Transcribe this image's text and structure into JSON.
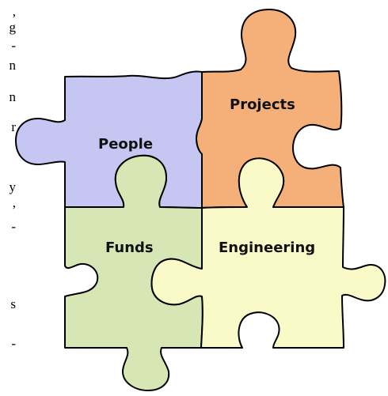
{
  "pieces": {
    "people": {
      "label": "People",
      "color": "#c6c6f2"
    },
    "projects": {
      "label": "Projects",
      "color": "#f5b07a"
    },
    "funds": {
      "label": "Funds",
      "color": "#d6e6b4"
    },
    "engineering": {
      "label": "Engineering",
      "color": "#fafac8"
    }
  },
  "edge_text": [
    ",",
    "g",
    "-",
    "n",
    "n",
    "r",
    "y",
    ",",
    "-",
    "s",
    "-"
  ]
}
